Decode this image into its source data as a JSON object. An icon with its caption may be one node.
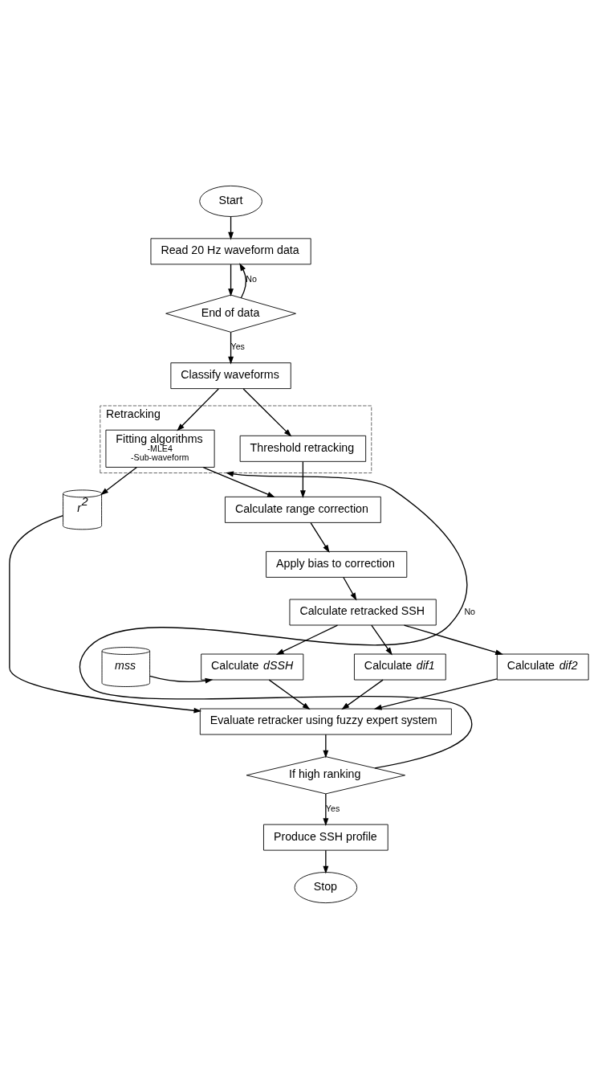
{
  "diagram": {
    "nodes": [
      {
        "text": [
          "Start"
        ]
      },
      {
        "text": [
          "Read 20 Hz waveform data"
        ]
      },
      {
        "text": [
          "End of data"
        ]
      },
      {
        "text": [
          "Classify waveforms"
        ]
      },
      {
        "text": [
          "Retracking"
        ]
      },
      {
        "text": [
          "Fitting algorithms",
          "-MLE4",
          "-Sub-waveform"
        ],
        "in": 4
      },
      {
        "text": [
          "Threshold retracking"
        ],
        "in": 4
      },
      {
        "text": [
          "r$^{2}$"
        ]
      },
      {
        "text": [
          "Calculate range correction"
        ]
      },
      {
        "text": [
          "Apply bias to correction"
        ]
      },
      {
        "text": [
          "Calculate retracked SSH"
        ]
      },
      {
        "text": [
          "mss"
        ]
      },
      {
        "text": [
          "Calculate *dSSH*"
        ]
      },
      {
        "text": [
          "Calculate *dif1*"
        ]
      },
      {
        "text": [
          "Calculate *dif2*"
        ]
      },
      {
        "text": [
          "Evaluate retracker using fuzzy expert system"
        ]
      },
      {
        "text": [
          "If high ranking"
        ]
      },
      {
        "text": [
          "Produce SSH profile"
        ]
      },
      {
        "text": [
          "Stop"
        ]
      }
    ],
    "edges": [
      {
        "from": 0,
        "to": 1,
        "arrow": "to"
      },
      {
        "from": 1,
        "to": 2,
        "arrow": "to"
      },
      {
        "from": 2,
        "to": 1,
        "arrow": "to",
        "label": "No"
      },
      {
        "from": 2,
        "to": 3,
        "arrow": "to",
        "label": "Yes"
      },
      {
        "from": 3,
        "to": 5,
        "arrow": "to"
      },
      {
        "from": 3,
        "to": 6,
        "arrow": "to"
      },
      {
        "from": 5,
        "to": 7,
        "arrow": "to"
      },
      {
        "from": 5,
        "to": 8,
        "arrow": "to"
      },
      {
        "from": 6,
        "to": 8,
        "arrow": "to"
      },
      {
        "from": 8,
        "to": 9,
        "arrow": "to"
      },
      {
        "from": 9,
        "to": 10,
        "arrow": "to"
      },
      {
        "from": 10,
        "to": 12,
        "arrow": "to"
      },
      {
        "from": 10,
        "to": 13,
        "arrow": "to"
      },
      {
        "from": 10,
        "to": 14,
        "arrow": "to"
      },
      {
        "from": 11,
        "to": 12,
        "arrow": "to"
      },
      {
        "from": 12,
        "to": 15,
        "arrow": "to"
      },
      {
        "from": 13,
        "to": 15,
        "arrow": "to"
      },
      {
        "from": 14,
        "to": 15,
        "arrow": "to"
      },
      {
        "from": 7,
        "to": 15,
        "arrow": "to"
      },
      {
        "from": 15,
        "to": 16,
        "arrow": "to"
      },
      {
        "from": 16,
        "to": 4,
        "arrow": "to",
        "label": "No"
      },
      {
        "from": 16,
        "to": 17,
        "arrow": "to",
        "label": "Yes"
      },
      {
        "from": 17,
        "to": 18,
        "arrow": "to"
      }
    ]
  }
}
